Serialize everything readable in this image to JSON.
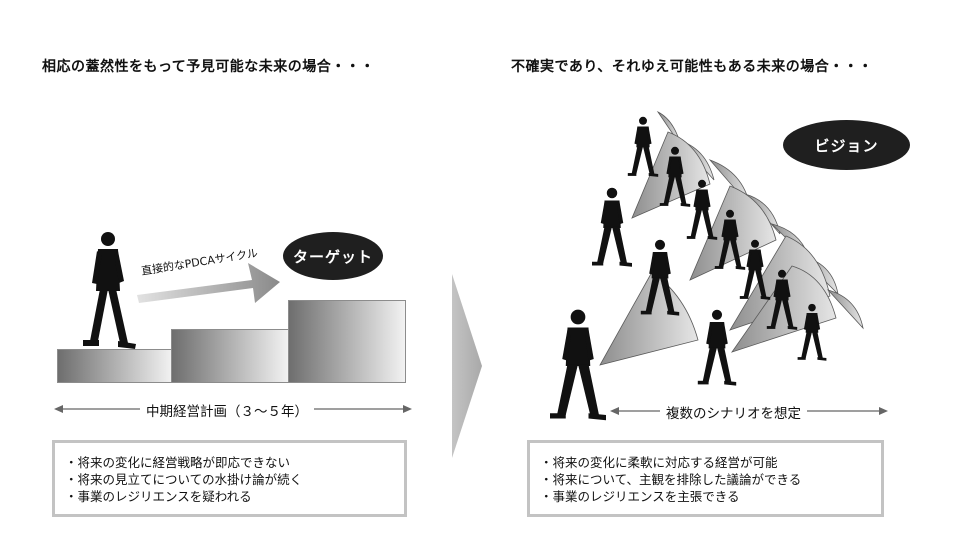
{
  "left": {
    "heading": "相応の蓋然性をもって予見可能な未来の場合・・・",
    "arrow_label": "直接的なPDCAサイクル",
    "target_label": "ターゲット",
    "axis_label": "中期経営計画（３～５年）",
    "notes": [
      "・将来の変化に経営戦略が即応できない",
      "・将来の見立てについての水掛け論が続く",
      "・事業のレジリエンスを疑われる"
    ]
  },
  "right": {
    "heading": "不確実であり、それゆえ可能性もある未来の場合・・・",
    "vision_label": "ビジョン",
    "axis_label": "複数のシナリオを想定",
    "notes": [
      "・将来の変化に柔軟に対応する経営が可能",
      "・将来について、主観を排除した議論ができる",
      "・事業のレジリエンスを主張できる"
    ]
  }
}
